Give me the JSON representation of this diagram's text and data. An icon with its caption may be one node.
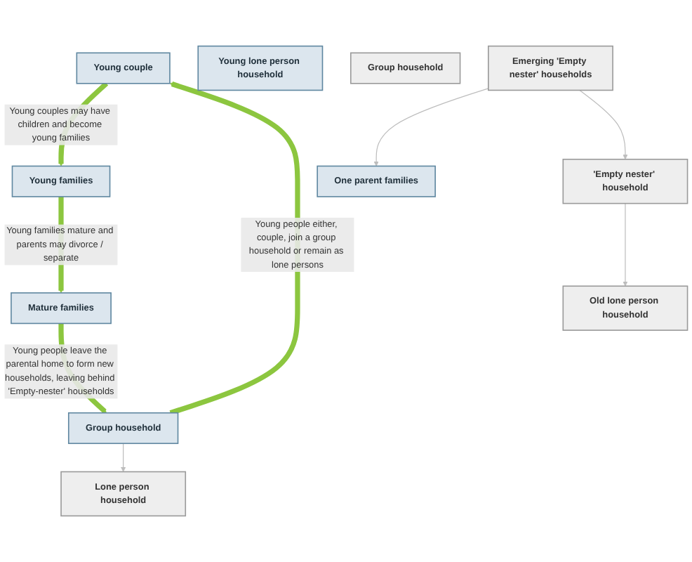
{
  "diagram": {
    "nodes": [
      {
        "text": [
          "Young couple"
        ]
      },
      {
        "text": [
          "Young families"
        ]
      },
      {
        "text": [
          "Mature families"
        ]
      },
      {
        "text": [
          "One parent families"
        ]
      },
      {
        "text": [
          "Young lone person household"
        ]
      },
      {
        "text": [
          "Group household"
        ]
      },
      {
        "text": [
          "Lone person household"
        ]
      },
      {
        "text": [
          "Group household"
        ]
      },
      {
        "text": [
          "Emerging 'Empty nester' households"
        ]
      },
      {
        "text": [
          "'Empty nester' household"
        ]
      },
      {
        "text": [
          "Old lone person household"
        ]
      }
    ],
    "edges": [
      {
        "from": 0,
        "to": 1,
        "arrow": "to",
        "label": "Young couples may have children and become young families",
        "style": "thick",
        "color": "#8cc63f"
      },
      {
        "from": 1,
        "to": 2,
        "arrow": "to",
        "label": "Young families mature and parents may divorce / separate",
        "style": "thick",
        "color": "#8cc63f"
      },
      {
        "from": 2,
        "to": 5,
        "arrow": "to",
        "label": "Young people leave the parental home to form new households, leaving behind 'Empty-nester' households",
        "style": "thick",
        "color": "#8cc63f"
      },
      {
        "from": 5,
        "to": 0,
        "arrow": "to",
        "label": "Young people either, couple, join a group household or remain as lone persons",
        "style": "thick",
        "color": "#8cc63f"
      },
      {
        "from": 5,
        "to": 6,
        "arrow": "to",
        "color": "#bdbdbd"
      },
      {
        "from": 8,
        "to": 3,
        "arrow": "to",
        "color": "#bdbdbd"
      },
      {
        "from": 8,
        "to": 9,
        "arrow": "to",
        "color": "#bdbdbd"
      },
      {
        "from": 9,
        "to": 10,
        "arrow": "to",
        "color": "#bdbdbd"
      }
    ]
  }
}
